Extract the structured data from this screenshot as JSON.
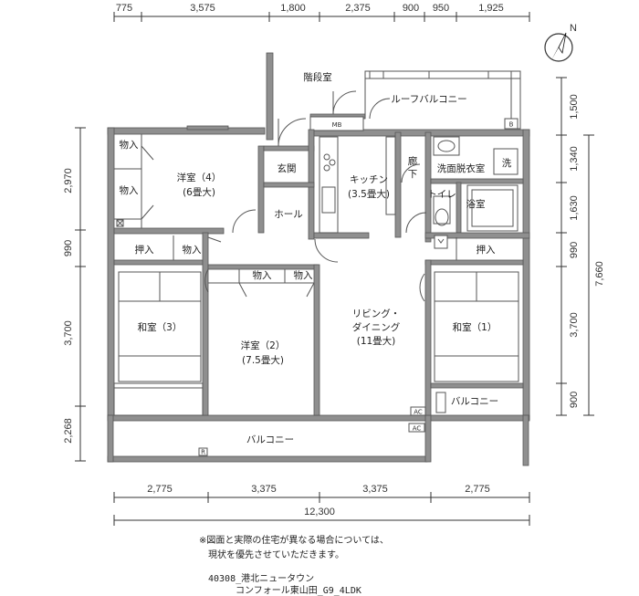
{
  "top_dimensions": [
    "775",
    "3,575",
    "1,800",
    "2,375",
    "900",
    "950",
    "1,925"
  ],
  "left_dimensions": [
    "2,970",
    "990",
    "3,700",
    "2,268"
  ],
  "right_dimensions": [
    "1,500",
    "1,340",
    "1,630",
    "990",
    "3,700",
    "900"
  ],
  "right_total": "7,660",
  "bottom_dimensions": [
    "2,775",
    "3,375",
    "3,375",
    "2,775"
  ],
  "bottom_total": "12,300",
  "north_label": "N",
  "rooms": {
    "stair": "階段室",
    "roof_balcony": "ルーフバルコニー",
    "mb": "MB",
    "storage_a": "物入",
    "storage_b": "物入",
    "western4_line1": "洋室（4）",
    "western4_line2": "(6畳大)",
    "genkan": "玄関",
    "hall": "ホール",
    "kitchen_line1": "キッチン",
    "kitchen_line2": "(3.5畳大)",
    "corridor_1": "廊",
    "corridor_2": "下",
    "washroom": "洗面脱衣室",
    "washer": "洗",
    "toilet": "トイレ",
    "bath": "浴室",
    "oshiire_left": "押入",
    "storage_left": "物入",
    "oshiire_right": "押入",
    "storage_w2_a": "物入",
    "storage_w2_b": "物入",
    "washitsu3": "和室（3）",
    "western2_line1": "洋室（2）",
    "western2_line2": "(7.5畳大)",
    "living_line1": "リビング・",
    "living_line2": "ダイニング",
    "living_line3": "(11畳大)",
    "washitsu1": "和室（1）",
    "balcony_small": "バルコニー",
    "balcony_main": "バルコニー",
    "ac1": "AC",
    "ac2": "AC",
    "b_mark": "B",
    "r_mark": "R"
  },
  "notes": {
    "disclaimer_1": "※図面と実際の住宅が異なる場合については、",
    "disclaimer_2": "現状を優先させていただきます。",
    "code_1": "40308_港北ニュータウン",
    "code_2": "コンフォール東山田_G9_4LDK"
  }
}
